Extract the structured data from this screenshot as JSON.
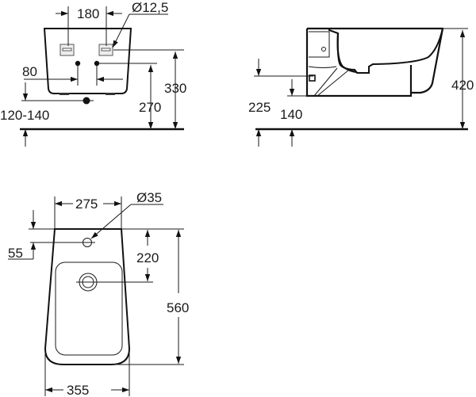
{
  "diagram": {
    "type": "technical-dimension-drawing",
    "subject": "wall-hung bidet installation dimensions",
    "units": "mm",
    "views": {
      "rear": {
        "dims": {
          "fixing_spacing": "180",
          "fixing_hole": "Ø12,5",
          "inlet_spacing": "80",
          "fixing_height": "330",
          "inlet_height": "270",
          "waste_height": "120-140"
        }
      },
      "side": {
        "dims": {
          "rim_height": "420",
          "inlet_height": "225",
          "waste_height": "140"
        }
      },
      "top": {
        "dims": {
          "rear_width": "275",
          "tap_hole": "Ø35",
          "tap_hole_offset": "55",
          "waste_offset": "220",
          "depth": "560",
          "width": "355"
        }
      }
    }
  }
}
